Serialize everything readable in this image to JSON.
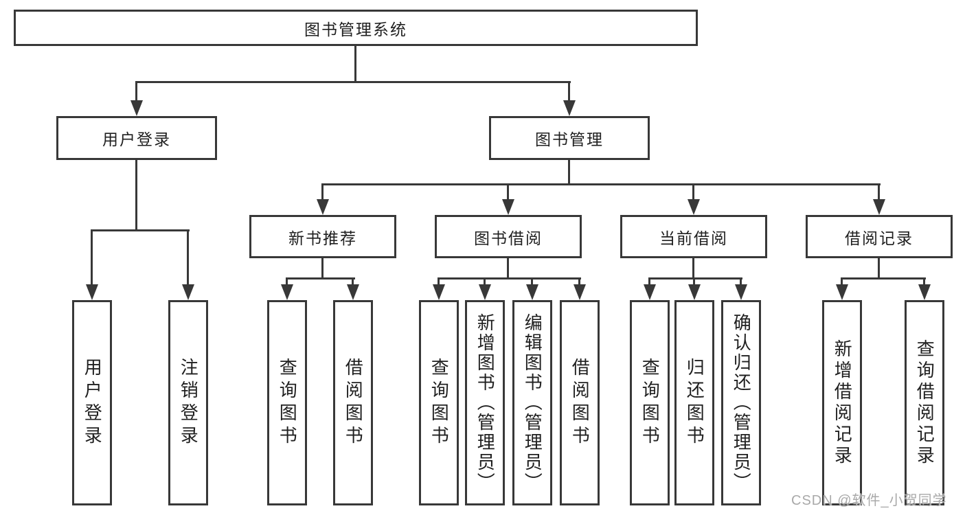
{
  "diagram": {
    "type": "tree",
    "root": {
      "label": "图书管理系统",
      "children": [
        {
          "label": "用户登录",
          "children": [
            {
              "label": "用户登录"
            },
            {
              "label": "注销登录"
            }
          ]
        },
        {
          "label": "图书管理",
          "children": [
            {
              "label": "新书推荐",
              "children": [
                {
                  "label": "查询图书"
                },
                {
                  "label": "借阅图书"
                }
              ]
            },
            {
              "label": "图书借阅",
              "children": [
                {
                  "label": "查询图书"
                },
                {
                  "label": "新增图书（管理员）"
                },
                {
                  "label": "编辑图书（管理员）"
                },
                {
                  "label": "借阅图书"
                }
              ]
            },
            {
              "label": "当前借阅",
              "children": [
                {
                  "label": "查询图书"
                },
                {
                  "label": "归还图书"
                },
                {
                  "label": "确认归还（管理员）"
                }
              ]
            },
            {
              "label": "借阅记录",
              "children": [
                {
                  "label": "新增借阅记录"
                },
                {
                  "label": "查询借阅记录"
                }
              ]
            }
          ]
        }
      ]
    },
    "colors": {
      "box_border": "#383838",
      "connector_line": "#383838",
      "text": "#1f1f1f",
      "background": "#ffffff",
      "watermark_text_color": "#a9a9a9"
    }
  },
  "watermark": "CSDN @软件_小贺同学"
}
